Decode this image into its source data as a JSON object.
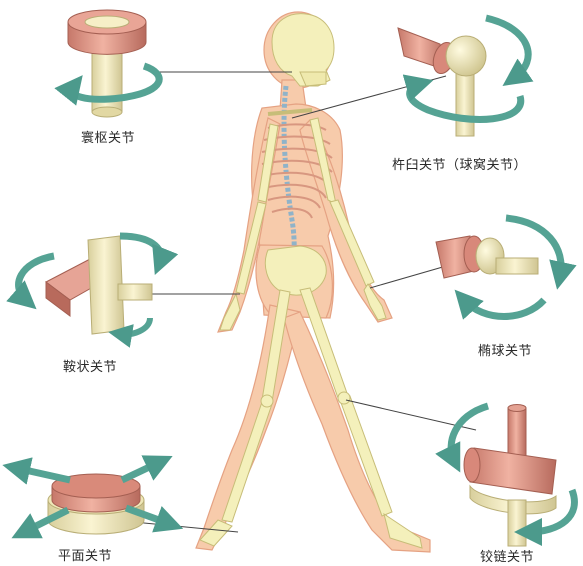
{
  "labels": {
    "pivot": "寰枢关节",
    "ball_socket": "杵臼关节（球窝关节）",
    "saddle": "鞍状关节",
    "ellipsoid": "椭球关节",
    "plane": "平面关节",
    "hinge": "铰链关节"
  },
  "colors": {
    "skin": "#f6c9a6",
    "skin_edge": "#e9a27f",
    "bone": "#f3efb8",
    "bone_edge": "#c9c07a",
    "joint_red": "#d98a7a",
    "joint_red_dark": "#b86a5c",
    "joint_cream": "#efe6b8",
    "arrow_teal": "#5aa89a",
    "arrow_teal_dark": "#3f8a7c",
    "leader": "#444444"
  }
}
